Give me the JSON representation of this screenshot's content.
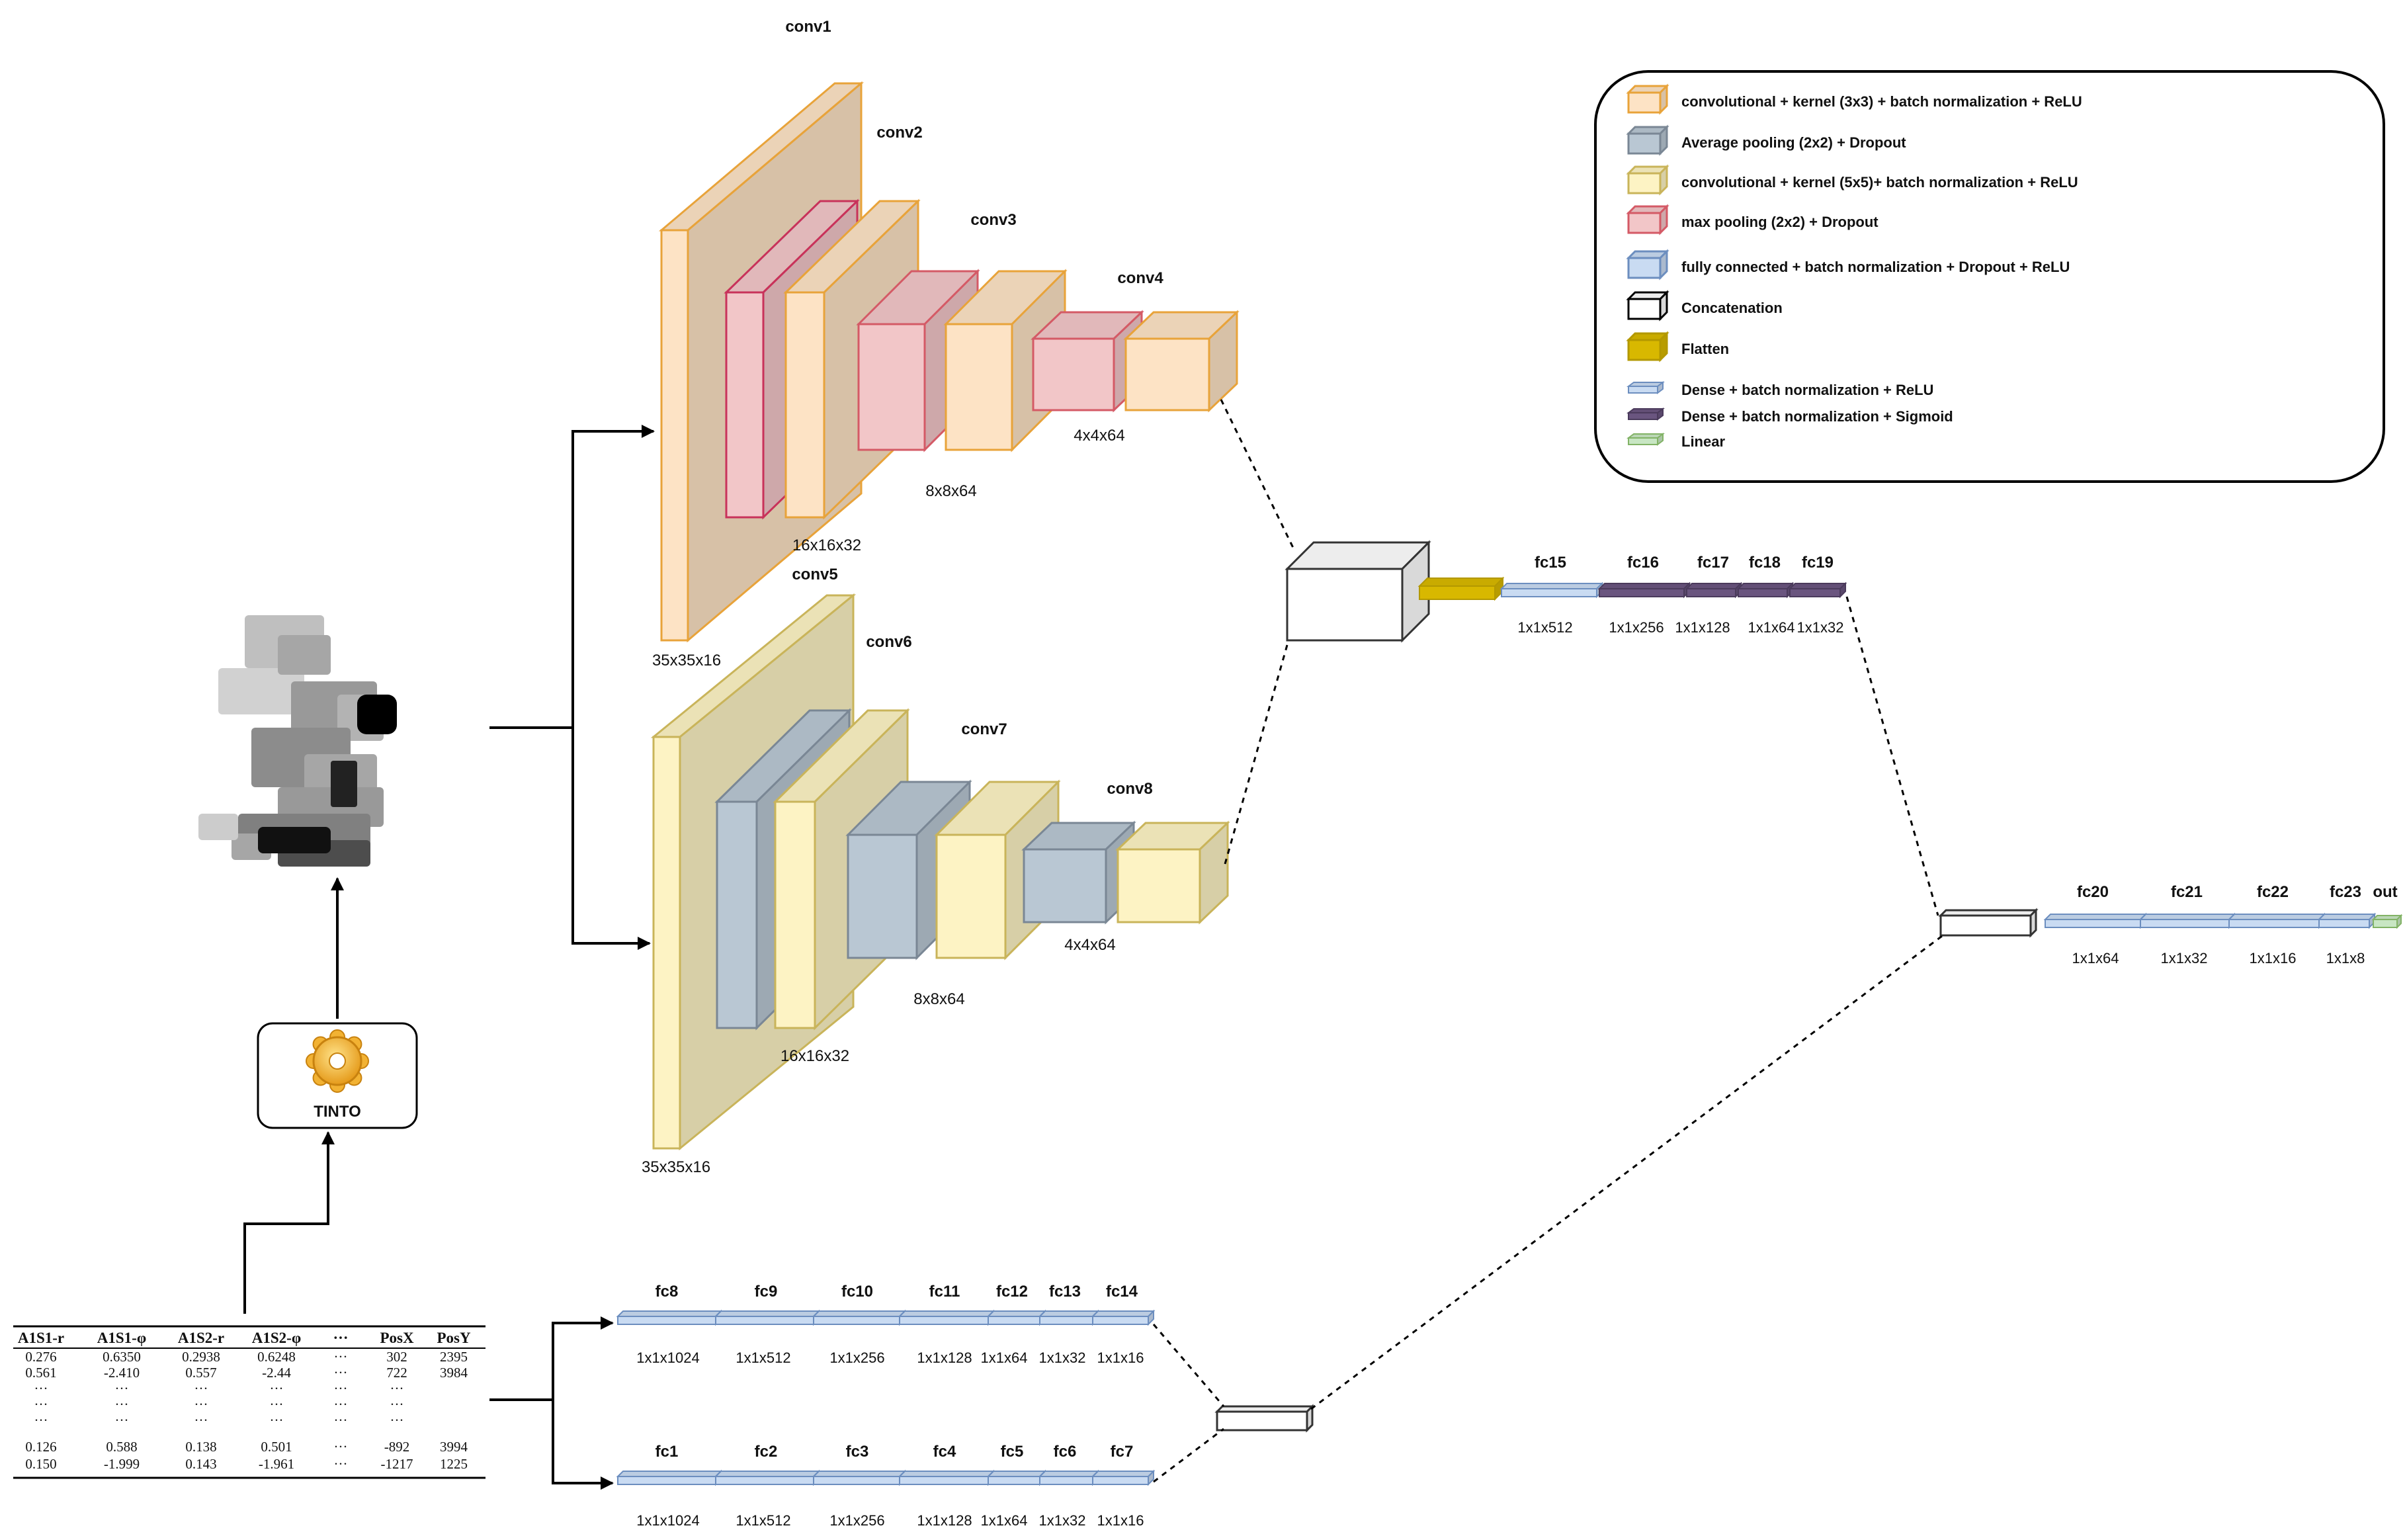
{
  "colors": {
    "conv_orange_front": "#FDE3C5",
    "conv_orange_stroke": "#E8A33A",
    "conv_orange_side": "#E0C4A6",
    "pink_front": "#F2C6C8",
    "pink_stroke": "#C8325A",
    "pink_stroke_light": "#D45A66",
    "slate_front": "#B9C7D3",
    "slate_stroke": "#7A8795",
    "yellow_front": "#FDF3C4",
    "yellow_stroke": "#C9B45A",
    "yellow_side": "#E6DAA9",
    "flatten_gold": "#D8B800",
    "fc_blue": "#C9DBF2",
    "fc_blue_stroke": "#6C8EBF",
    "purple": "#6A557F",
    "linear_green": "#C8E6C3",
    "linear_green_stroke": "#82B366"
  },
  "legend": {
    "items": [
      {
        "label": "convolutional + kernel (3x3) + batch normalization + ReLU",
        "swatch": "orange-cube"
      },
      {
        "label": "Average pooling (2x2) + Dropout",
        "swatch": "slate-cube"
      },
      {
        "label": "convolutional  + kernel (5x5)+ batch normalization + ReLU",
        "swatch": "yellow-cube"
      },
      {
        "label": "max pooling (2x2) + Dropout",
        "swatch": "pink-cube"
      },
      {
        "label": "fully connected + batch normalization + Dropout + ReLU",
        "swatch": "blue-cube"
      },
      {
        "label": "Concatenation",
        "swatch": "white-cube"
      },
      {
        "label": "Flatten",
        "swatch": "gold-cube"
      },
      {
        "label": "Dense + batch normalization + ReLU",
        "swatch": "blue-slab"
      },
      {
        "label": "Dense + batch normalization + Sigmoid",
        "swatch": "purple-slab"
      },
      {
        "label": "Linear",
        "swatch": "green-slab"
      }
    ]
  },
  "tinto": {
    "label": "TINTO",
    "icon": "gear-icon"
  },
  "top_branch": {
    "layer_names": [
      "conv1",
      "conv2",
      "conv3",
      "conv4"
    ],
    "dims": [
      "35x35x16",
      "16x16x32",
      "8x8x64",
      "4x4x64"
    ]
  },
  "bottom_branch": {
    "layer_names": [
      "conv5",
      "conv6",
      "conv7",
      "conv8"
    ],
    "dims": [
      "35x35x16",
      "16x16x32",
      "8x8x64",
      "4x4x64"
    ]
  },
  "fc_after_concat": {
    "names": [
      "fc15",
      "fc16",
      "fc17",
      "fc18",
      "fc19"
    ],
    "dims": [
      "1x1x512",
      "1x1x256",
      "1x1x128",
      "1x1x64",
      "1x1x32"
    ]
  },
  "fc_upper_tabular": {
    "names": [
      "fc8",
      "fc9",
      "fc10",
      "fc11",
      "fc12",
      "fc13",
      "fc14"
    ],
    "dims": [
      "1x1x1024",
      "1x1x512",
      "1x1x256",
      "1x1x128",
      "1x1x64",
      "1x1x32",
      "1x1x16"
    ]
  },
  "fc_lower_tabular": {
    "names": [
      "fc1",
      "fc2",
      "fc3",
      "fc4",
      "fc5",
      "fc6",
      "fc7"
    ],
    "dims": [
      "1x1x1024",
      "1x1x512",
      "1x1x256",
      "1x1x128",
      "1x1x64",
      "1x1x32",
      "1x1x16"
    ]
  },
  "fc_final": {
    "names": [
      "fc20",
      "fc21",
      "fc22",
      "fc23",
      "out"
    ],
    "dims": [
      "1x1x64",
      "1x1x32",
      "1x1x16",
      "1x1x8"
    ]
  },
  "table": {
    "headers": [
      "A1S1-r",
      "A1S1-φ",
      "A1S2-r",
      "A1S2-φ",
      "···",
      "PosX",
      "PosY"
    ],
    "rows": [
      [
        "0.276",
        "0.6350",
        "0.2938",
        "0.6248",
        "···",
        "302",
        "2395"
      ],
      [
        "0.561",
        "-2.410",
        "0.557",
        "-2.44",
        "···",
        "722",
        "3984"
      ],
      [
        "···",
        "···",
        "···",
        "···",
        "···",
        "···",
        ""
      ],
      [
        "···",
        "···",
        "···",
        "···",
        "···",
        "···",
        ""
      ],
      [
        "···",
        "···",
        "···",
        "···",
        "···",
        "···",
        ""
      ],
      [
        "0.126",
        "0.588",
        "0.138",
        "0.501",
        "···",
        "-892",
        "3994"
      ],
      [
        "0.150",
        "-1.999",
        "0.143",
        "-1.961",
        "···",
        "-1217",
        "1225"
      ]
    ]
  }
}
